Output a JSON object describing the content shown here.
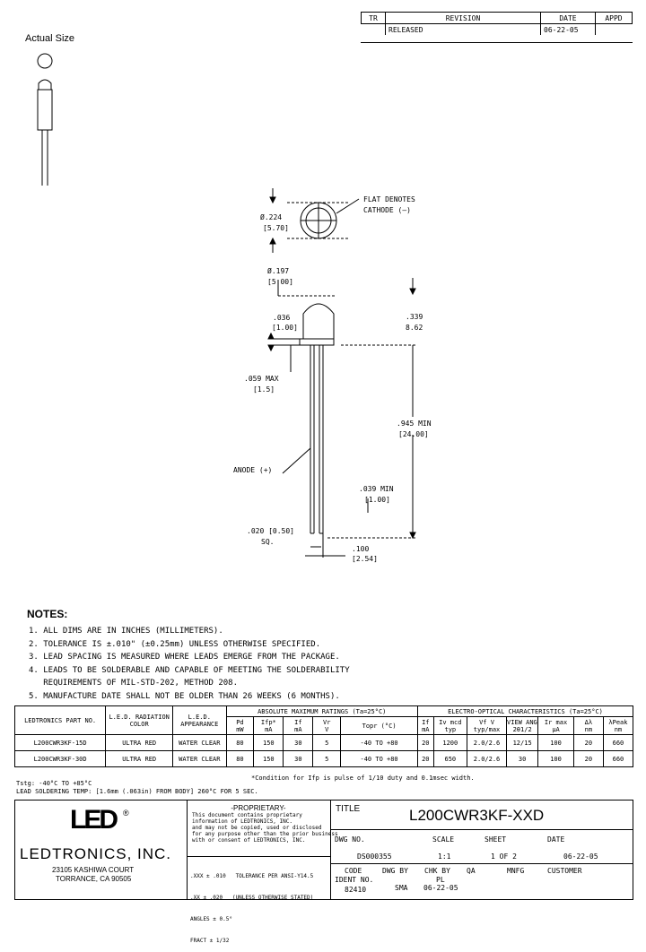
{
  "revision": {
    "headers": [
      "TR",
      "REVISION",
      "DATE",
      "APPD"
    ],
    "rows": [
      [
        "",
        "RELEASED",
        "06-22-05",
        ""
      ]
    ]
  },
  "actual_size_label": "Actual Size",
  "drawing": {
    "dia_in": "Ø.224",
    "dia_mm": "[5.70]",
    "flat_note_1": "FLAT DENOTES",
    "flat_note_2": "CATHODE (–)",
    "lens_in": "Ø.197",
    "lens_mm": "[5.00]",
    "flange_in": ".036",
    "flange_mm": "[1.00]",
    "height_in": ".339",
    "height_mm": "8.62",
    "max_in": ".059 MAX",
    "max_mm": "[1.5]",
    "lead_len_in": ".945 MIN",
    "lead_len_mm": "[24.00]",
    "anode": "ANODE (+)",
    "min_in": ".039 MIN",
    "min_mm": "[1.00]",
    "lead_sq_in": ".020 [0.50]",
    "lead_sq_note": "SQ.",
    "spacing_in": ".100",
    "spacing_mm": "[2.54]"
  },
  "notes": {
    "title": "NOTES:",
    "items": [
      "1. ALL DIMS ARE IN INCHES (MILLIMETERS).",
      "2. TOLERANCE IS ±.010\" (±0.25mm) UNLESS OTHERWISE SPECIFIED.",
      "3. LEAD SPACING IS MEASURED WHERE LEADS EMERGE FROM THE PACKAGE.",
      "4. LEADS TO BE SOLDERABLE AND CAPABLE OF MEETING THE SOLDERABILITY",
      "   REQUIREMENTS OF MIL-STD-202, METHOD 208.",
      "5. MANUFACTURE DATE SHALL NOT BE OLDER THAN 26 WEEKS (6 MONTHS)."
    ]
  },
  "spec_table": {
    "h_part": "LEDTRONICS PART NO.",
    "h_color": "L.E.D. RADIATION COLOR",
    "h_appearance": "L.E.D. APPEARANCE",
    "h_abs": "ABSOLUTE MAXIMUM RATINGS (Ta=25°C)",
    "h_eo": "ELECTRO-OPTICAL CHARACTERISTICS (Ta=25°C)",
    "sub": [
      [
        "Pd",
        "mW"
      ],
      [
        "Ifp*",
        "mA"
      ],
      [
        "If",
        "mA"
      ],
      [
        "Vr",
        "V"
      ],
      [
        "Topr (°C)",
        ""
      ],
      [
        "If",
        "mA"
      ],
      [
        "Iv mcd",
        "typ"
      ],
      [
        "Vf V",
        "typ/max"
      ],
      [
        "VIEW ANGLE",
        "2θ1/2"
      ],
      [
        "Ir max",
        "µA"
      ],
      [
        "Δλ",
        "nm"
      ],
      [
        "λPeak",
        "nm"
      ]
    ],
    "rows": [
      [
        "L200CWR3KF-15D",
        "ULTRA RED",
        "WATER CLEAR",
        "80",
        "150",
        "30",
        "5",
        "-40 TO +80",
        "20",
        "1200",
        "2.0/2.6",
        "12/15",
        "100",
        "20",
        "660"
      ],
      [
        "L200CWR3KF-30D",
        "ULTRA RED",
        "WATER CLEAR",
        "80",
        "150",
        "30",
        "5",
        "-40 TO +80",
        "20",
        "650",
        "2.0/2.6",
        "30",
        "100",
        "20",
        "660"
      ]
    ],
    "footnote": "*Condition for Ifp is pulse of 1/10 duty and 0.1msec width."
  },
  "storage": {
    "tstg": "Tstg: -40°C TO +85°C",
    "solder": "LEAD SOLDERING TEMP: [1.6mm (.063in) FROM BODY] 260°C FOR 5 SEC."
  },
  "title_block": {
    "logo_mark": "LED",
    "logo_reg": "®",
    "company": "LEDTRONICS, INC.",
    "address_1": "23105 KASHIWA COURT",
    "address_2": "TORRANCE, CA 90505",
    "prop_title": "-PROPRIETARY-",
    "prop_lines": [
      "This document contains proprietary",
      "information of LEDTRONICS, INC.",
      "and may not be copied, used or disclosed",
      "for any purpose other than the prior business",
      "with or consent of LEDTRONICS, INC."
    ],
    "tol_lines": [
      ".XXX ± .010   TOLERANCE PER ANSI-Y14.5",
      ".XX ± .020   (UNLESS OTHERWISE STATED)",
      "ANGLES ± 0.5°",
      "FRACT ± 1/32"
    ],
    "title_label": "TITLE",
    "title_value": "L200CWR3KF-XXD",
    "dwg_no_label": "DWG NO.",
    "dwg_no_value": "DS000355",
    "scale_label": "SCALE",
    "scale_value": "1:1",
    "sheet_label": "SHEET",
    "sheet_value": "1 OF 2",
    "date_label": "DATE",
    "date_value": "06-22-05",
    "code_label_1": "CODE",
    "code_label_2": "IDENT NO.",
    "code_value": "82410",
    "dwg_by_label": "DWG BY",
    "dwg_by_value": "SMA",
    "chk_label": "CHK BY",
    "chk_value": "PL",
    "chk_date": "06-22-05",
    "qa_label": "QA",
    "mnfg_label": "MNFG",
    "customer_label": "CUSTOMER"
  }
}
